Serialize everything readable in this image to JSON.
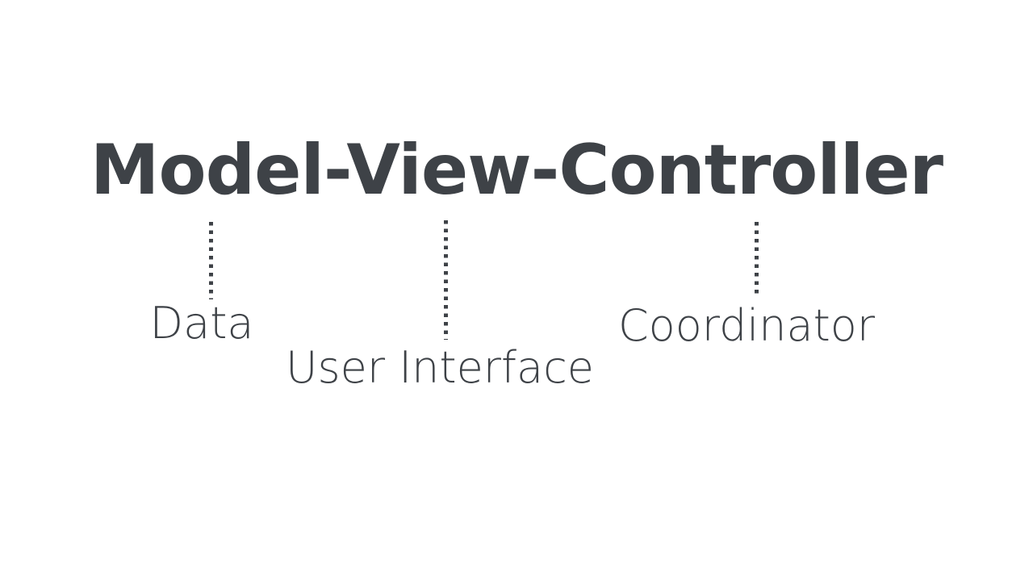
{
  "title": "Model-View-Controller",
  "colors": {
    "text": "#3e4247",
    "background": "#ffffff"
  },
  "annotations": [
    {
      "label": "Data"
    },
    {
      "label": "User Interface"
    },
    {
      "label": "Coordinator"
    }
  ]
}
